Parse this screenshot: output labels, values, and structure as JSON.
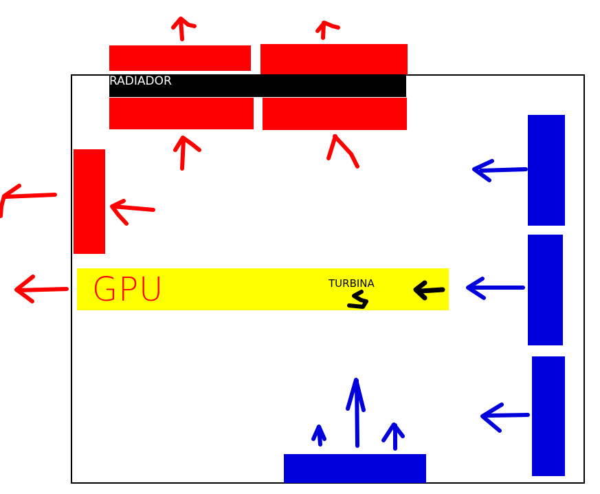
{
  "labels": {
    "radiator": "RADIADOR",
    "gpu": "GPU",
    "turbine": "TURBINA"
  },
  "colors": {
    "hot_air": "#ff0000",
    "cold_air": "#0000dd",
    "gpu_fill": "#ffff00",
    "radiator_fill": "#000000",
    "case_border": "#000000"
  },
  "icons": {
    "hot_flow": "arrow-icon",
    "cold_flow": "arrow-icon",
    "turbine": "spiral-icon"
  }
}
